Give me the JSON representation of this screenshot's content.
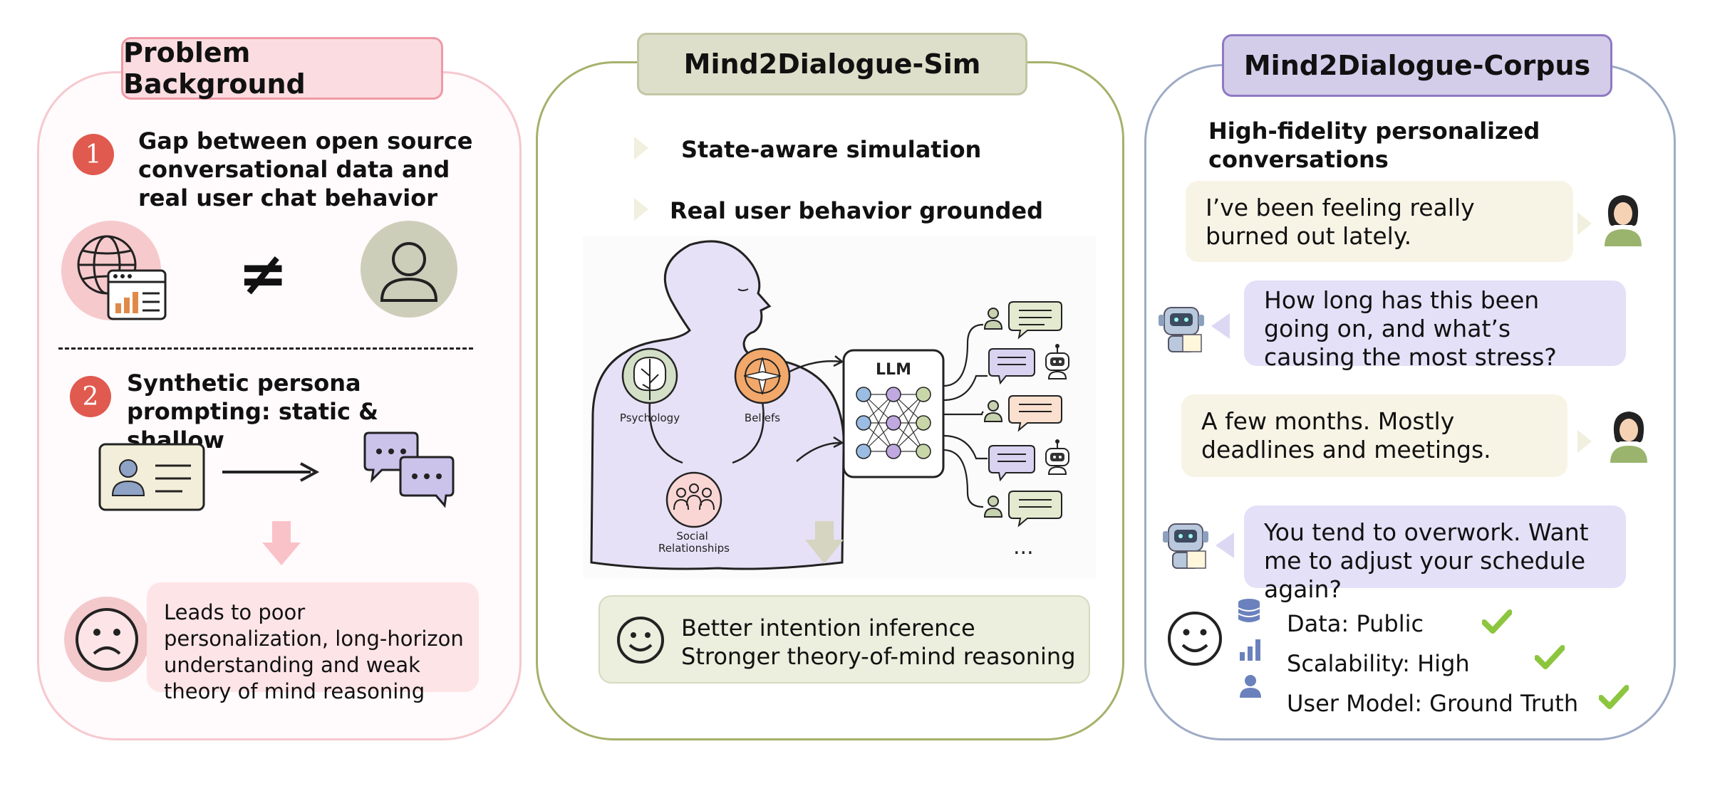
{
  "panels": {
    "background": {
      "title": "Problem Background",
      "item1_number": "1",
      "item1_text": "Gap between open source conversational data and real user chat behavior",
      "not_equal_symbol": "≠",
      "item2_number": "2",
      "item2_text": "Synthetic persona prompting: static & shallow",
      "result_text": "Leads to poor personalization, long-horizon understanding and weak theory of mind reasoning",
      "icons": [
        "globe-icon",
        "browser-chart-icon",
        "person-icon",
        "id-card-icon",
        "arrow-right-icon",
        "chat-bubbles-icon",
        "down-arrow-icon",
        "sad-face-icon"
      ],
      "colors": {
        "accent": "#e05a4f",
        "panel_border": "#f6c8cf",
        "title_bg": "#fbdde1",
        "result_bg": "#fde4e7"
      }
    },
    "sim": {
      "title": "Mind2Dialogue-Sim",
      "feature1": "State-aware simulation",
      "feature2": "Real user behavior grounded",
      "psychology_label": "Psychology",
      "beliefs_label": "Beliefs",
      "social_label": "Social Relationships",
      "llm_label": "LLM",
      "ellipsis": "...",
      "result_text": "Better intention inference Stronger theory-of-mind reasoning",
      "icons": [
        "human-silhouette-icon",
        "brain-icon",
        "compass-icon",
        "people-icon",
        "neural-network-icon",
        "user-icon",
        "robot-icon",
        "chat-bubble-icon",
        "down-arrow-icon",
        "smiley-face-icon"
      ],
      "colors": {
        "panel_border": "#a4b26a",
        "title_bg": "#dedfca",
        "silhouette": "#e6e1f6",
        "result_bg": "#eceede"
      }
    },
    "corpus": {
      "title": "Mind2Dialogue-Corpus",
      "subtitle": "High-fidelity personalized conversations",
      "messages": [
        {
          "role": "user",
          "text": "I’ve been feeling really burned out lately."
        },
        {
          "role": "assistant",
          "text": "How long has this been going on, and what’s causing the most stress?"
        },
        {
          "role": "user",
          "text": "A few months. Mostly deadlines and meetings."
        },
        {
          "role": "assistant",
          "text": "You tend to overwork. Want me to adjust your schedule again?"
        }
      ],
      "checks": [
        {
          "label": "Data: Public",
          "icon": "database-icon"
        },
        {
          "label": "Scalability: High",
          "icon": "bar-chart-icon"
        },
        {
          "label": "User Model: Ground Truth",
          "icon": "user-icon"
        }
      ],
      "icons": [
        "woman-avatar-icon",
        "robot-avatar-icon",
        "smiley-face-icon",
        "checkmark-icon"
      ],
      "colors": {
        "panel_border": "#9eabc6",
        "title_bg": "#d3cdea",
        "user_bubble": "#f7f4e6",
        "bot_bubble": "#e3e0f7",
        "check": "#8cc63f"
      }
    }
  }
}
